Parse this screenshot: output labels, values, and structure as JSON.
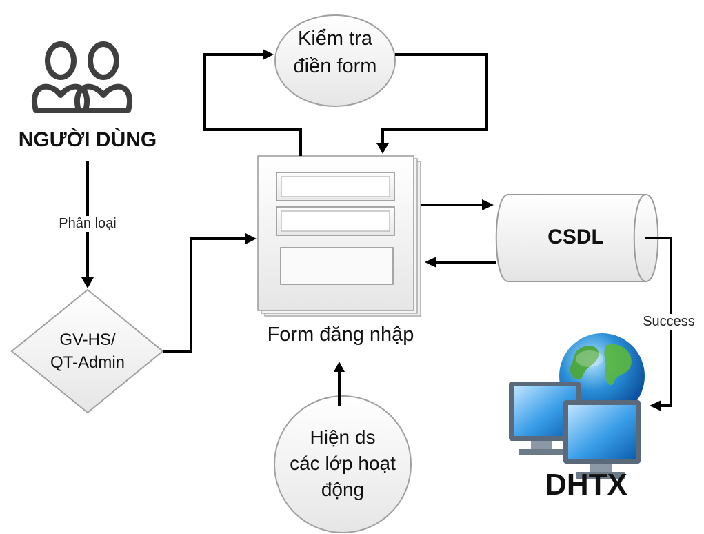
{
  "nodes": {
    "user": {
      "label": "NGƯỜI DÙNG",
      "icon": "users-icon"
    },
    "classify_edge_label": "Phân loại",
    "role": {
      "line1": "GV-HS/",
      "line2": "QT-Admin"
    },
    "check": {
      "line1": "Kiểm tra",
      "line2": "điền form"
    },
    "form": {
      "label": "Form đăng nhập",
      "icon": "login-form-icon"
    },
    "db": {
      "label": "CSDL"
    },
    "success_edge_label": "Success",
    "system": {
      "label": "DHTX",
      "icon": "network-globe-icon"
    },
    "list": {
      "line1": "Hiện ds",
      "line2": "các lớp hoạt",
      "line3": "động"
    }
  },
  "colors": {
    "line": "#000000",
    "user_icon": "#3f3f3f",
    "shape_fill": "#f2f2f2",
    "shape_stroke": "#9a9a9a"
  }
}
